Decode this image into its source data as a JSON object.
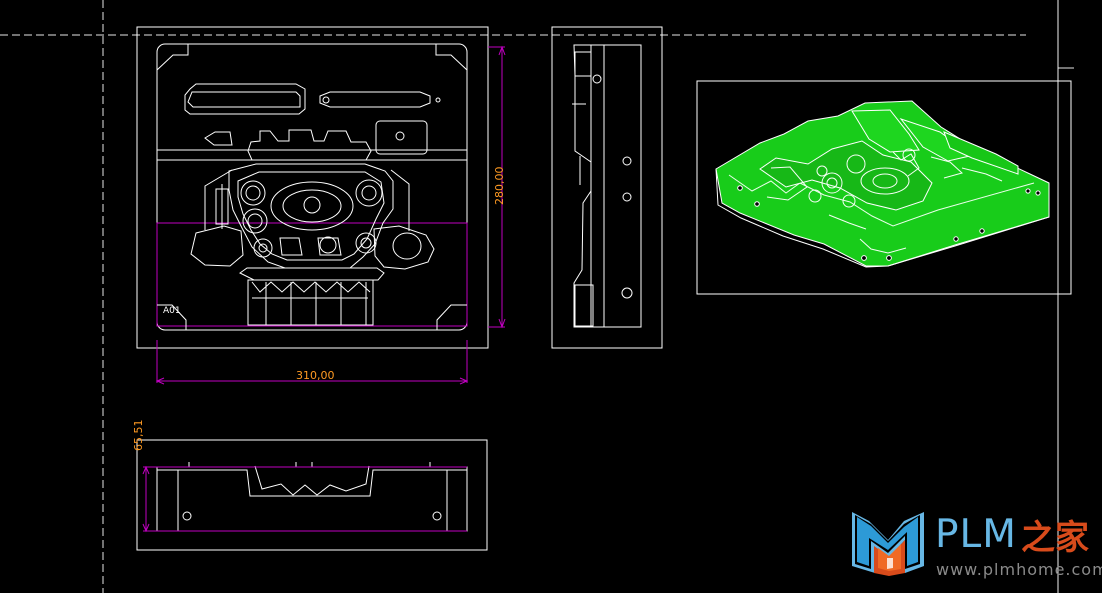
{
  "cad_view": {
    "background_color": "#000000",
    "line_color": "#ffffff",
    "dimension_color": "#c000c0",
    "dimension_text_color": "#ff9a22",
    "model_color": "#18cc1a",
    "part_label": "A01",
    "dimensions": {
      "width": "310,00",
      "height": "280,00",
      "depth": "65,51"
    }
  },
  "watermark": {
    "brand": "PLM",
    "brand_cn": "之家",
    "url": "www.plmhome.com",
    "logo_icon": "m-logo-icon",
    "accent_blue": "#67b7e5",
    "accent_orange": "#d84b1b"
  }
}
